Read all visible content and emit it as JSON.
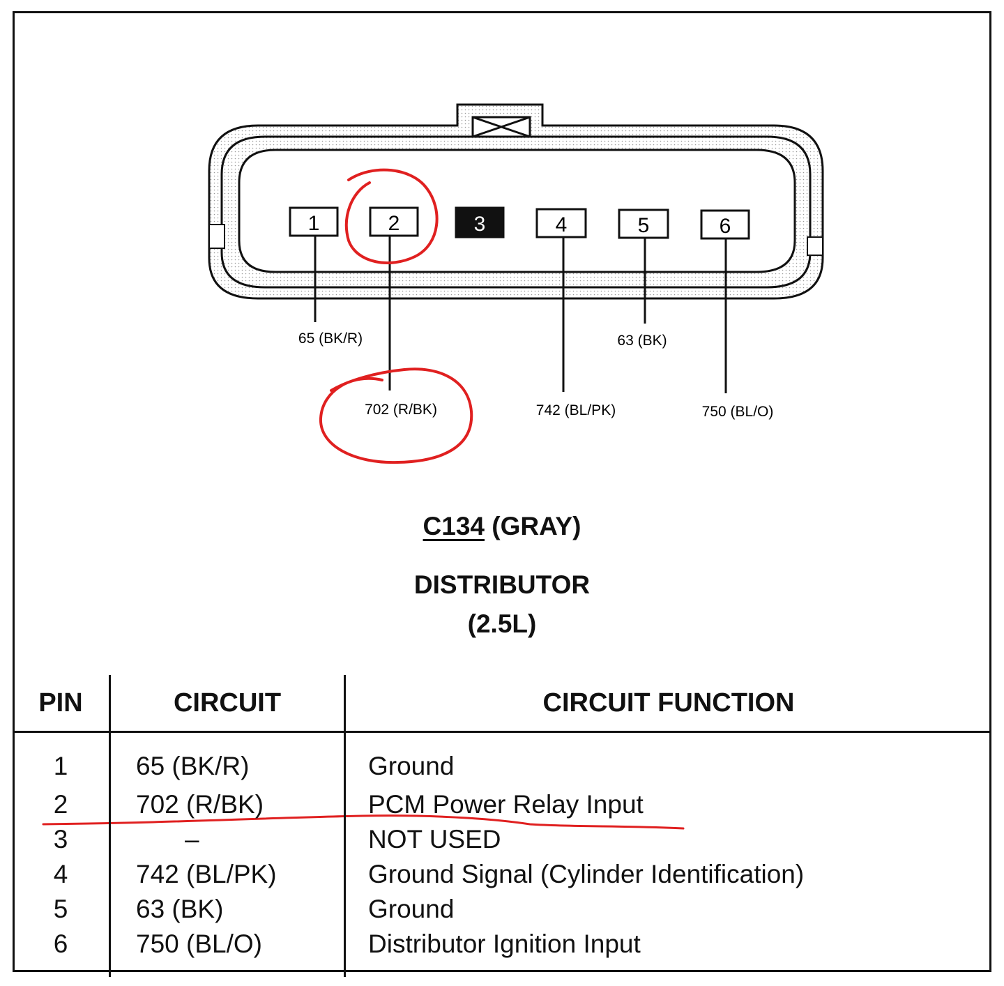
{
  "connector": {
    "id": "C134",
    "color_label": "(GRAY)",
    "component": "DISTRIBUTOR",
    "engine": "(2.5L)",
    "pins": [
      {
        "label": "1",
        "wire": "65 (BK/R)",
        "filled": false
      },
      {
        "label": "2",
        "wire": "702 (R/BK)",
        "filled": false
      },
      {
        "label": "3",
        "wire": "",
        "filled": true
      },
      {
        "label": "4",
        "wire": "742 (BL/PK)",
        "filled": false
      },
      {
        "label": "5",
        "wire": "63 (BK)",
        "filled": false
      },
      {
        "label": "6",
        "wire": "750 (BL/O)",
        "filled": false
      }
    ]
  },
  "table": {
    "headers": {
      "pin": "PIN",
      "circuit": "CIRCUIT",
      "function": "CIRCUIT FUNCTION"
    },
    "rows": [
      {
        "pin": "1",
        "circuit": "65 (BK/R)",
        "function": "Ground"
      },
      {
        "pin": "2",
        "circuit": "702 (R/BK)",
        "function": "PCM Power Relay Input"
      },
      {
        "pin": "3",
        "circuit": "–",
        "function": "NOT USED"
      },
      {
        "pin": "4",
        "circuit": "742 (BL/PK)",
        "function": "Ground Signal (Cylinder Identification)"
      },
      {
        "pin": "5",
        "circuit": "63 (BK)",
        "function": "Ground"
      },
      {
        "pin": "6",
        "circuit": "750 (BL/O)",
        "function": "Distributor Ignition Input"
      }
    ]
  },
  "annotation_color": "#e02020"
}
